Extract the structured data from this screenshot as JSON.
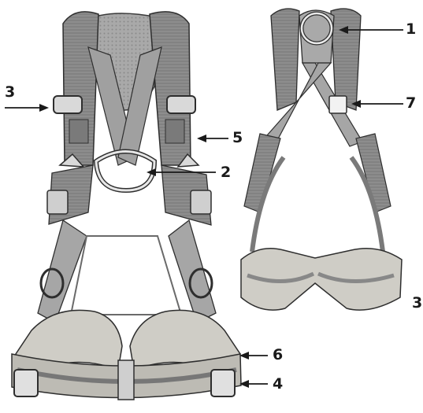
{
  "colors": {
    "webbing": "#8d8d8d",
    "webbing_dark": "#5f5f5f",
    "webbing_light": "#b9b9b9",
    "padding": "#c8c6c0",
    "padding_dark": "#9e9c96",
    "metal": "#d9d9d9",
    "outline": "#2e2e2e",
    "callout": "#1a1a1a"
  },
  "callouts": [
    {
      "id": "1",
      "label": "1",
      "points_to": "dorsal-d-ring"
    },
    {
      "id": "7",
      "label": "7",
      "points_to": "label-tag"
    },
    {
      "id": "3a",
      "label": "3",
      "points_to": "shoulder-buckle"
    },
    {
      "id": "5",
      "label": "5",
      "points_to": "shoulder-strap"
    },
    {
      "id": "2",
      "label": "2",
      "points_to": "sternal-ring"
    },
    {
      "id": "6",
      "label": "6",
      "points_to": "leg-loop-padding"
    },
    {
      "id": "4",
      "label": "4",
      "points_to": "leg-buckle"
    },
    {
      "id": "3b",
      "label": "3",
      "points_to": ""
    }
  ]
}
